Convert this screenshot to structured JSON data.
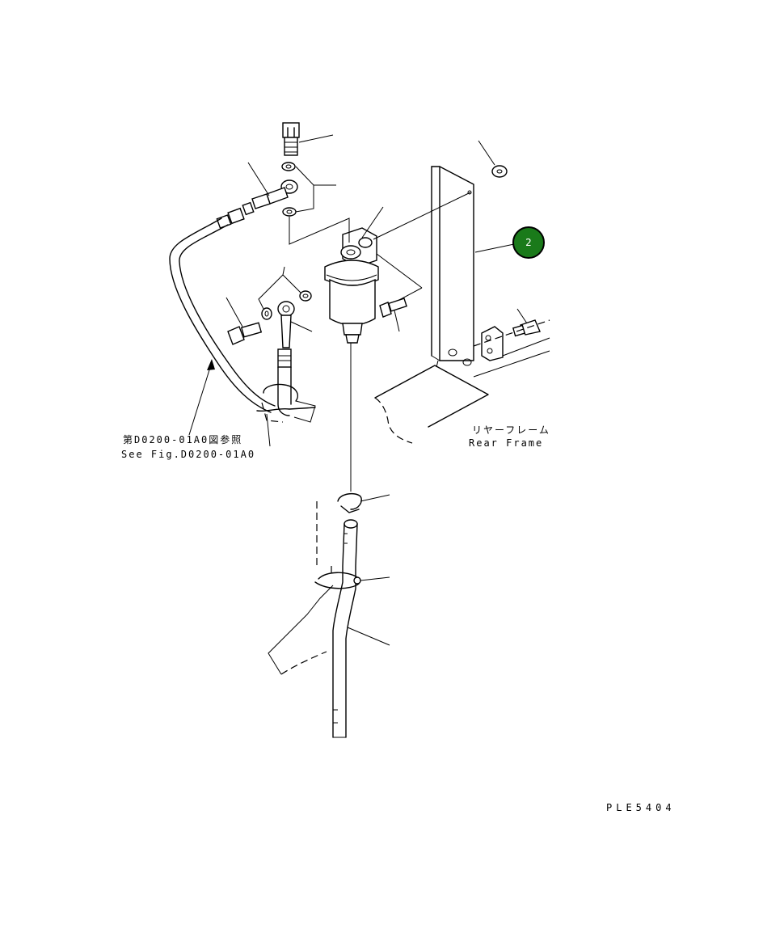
{
  "reference_label": {
    "jp": "第D0200-01A0図参照",
    "en": "See Fig.D0200-01A0"
  },
  "frame_label": {
    "jp": "リヤーフレーム",
    "en": "Rear Frame"
  },
  "callout_badge": {
    "number": "2",
    "color": "#1a7a1a"
  },
  "drawing_code": "PLE5404"
}
